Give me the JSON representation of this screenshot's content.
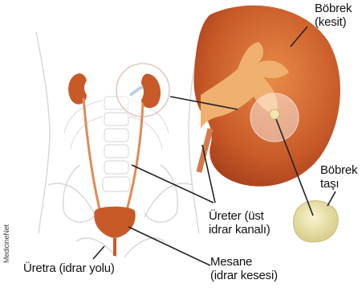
{
  "labels": {
    "kidney_section": [
      "Böbrek",
      "(kesit)"
    ],
    "kidney_stone": [
      "Böbrek",
      "taşı"
    ],
    "ureter": [
      "Üreter (üst",
      "idrar kanalı)"
    ],
    "bladder": [
      "Mesane",
      "(idrar kesesi)"
    ],
    "urethra": "Üretra (idrar yolu)"
  },
  "credit": "MedicineNet",
  "colors": {
    "kidney_outer": "#c0471e",
    "kidney_inner": "#e07a35",
    "pelvis": "#f0b070",
    "stone": "#ece6b0",
    "body_outline": "#d8d8d8",
    "leader_line": "#222222"
  }
}
